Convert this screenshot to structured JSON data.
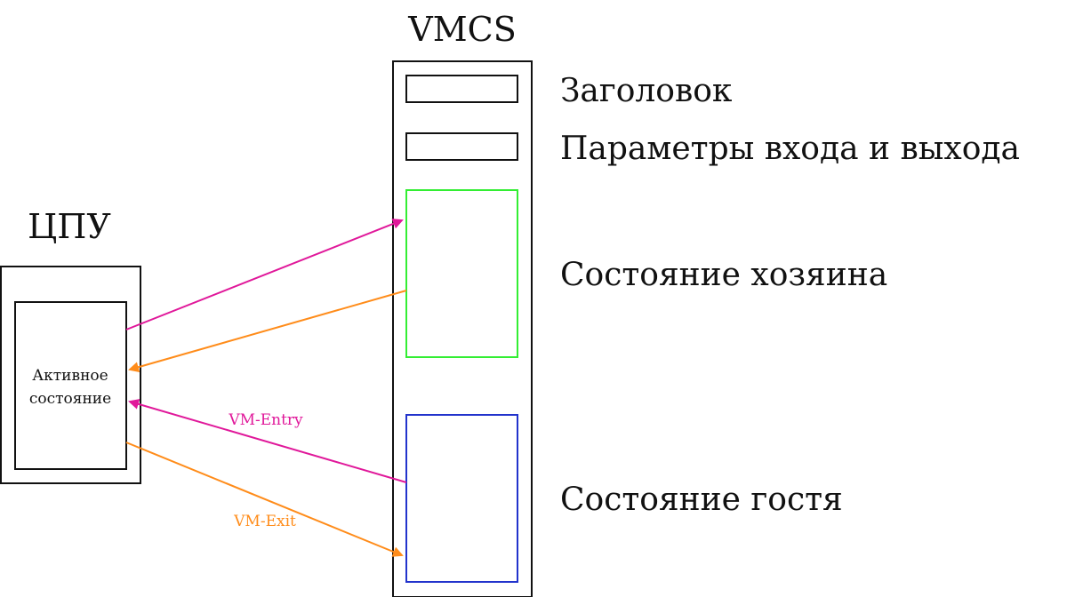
{
  "vmcs": {
    "title": "VMCS",
    "sections": {
      "header": "Заголовок",
      "entry_exit": "Параметры входа и выхода",
      "host_state": "Состояние хозяина",
      "guest_state": "Состояние гостя"
    }
  },
  "cpu": {
    "title": "ЦПУ",
    "active_state_line1": "Активное",
    "active_state_line2": "состояние"
  },
  "arrows": {
    "vm_entry_label": "VM-Entry",
    "vm_exit_label": "VM-Exit"
  },
  "colors": {
    "entry": "#e0189a",
    "exit": "#ff8c1a",
    "host": "#33ee33",
    "guest": "#2233cc",
    "outline": "#111111"
  }
}
